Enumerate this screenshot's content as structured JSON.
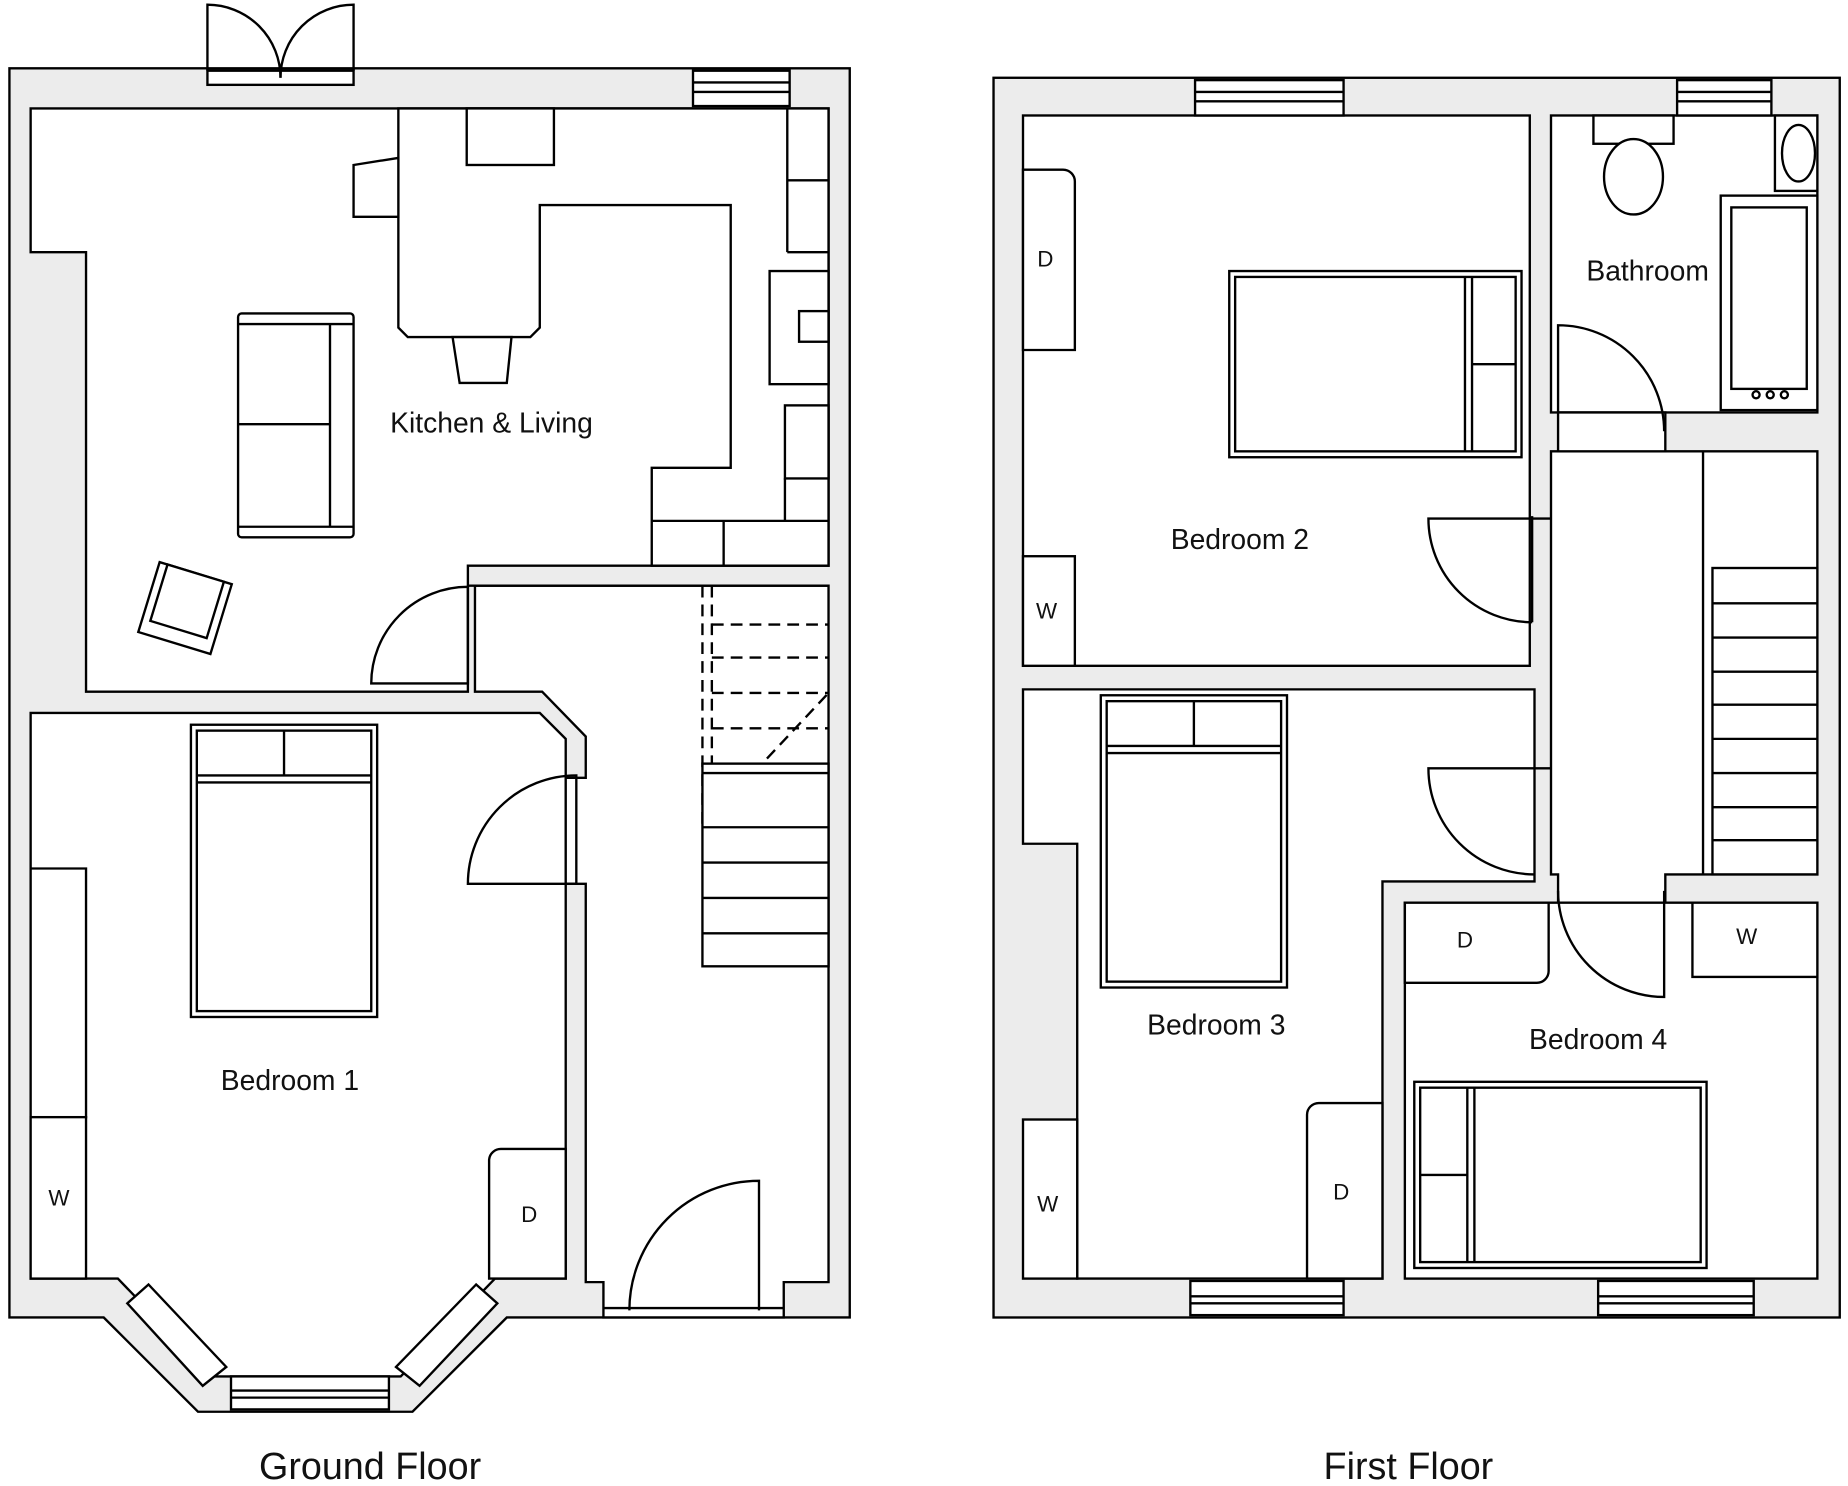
{
  "ground_floor": {
    "title": "Ground Floor",
    "rooms": {
      "kitchen": "Kitchen & Living",
      "bedroom1": "Bedroom 1"
    },
    "fixtures": {
      "wardrobe": "W",
      "drawers": "D"
    }
  },
  "first_floor": {
    "title": "First Floor",
    "rooms": {
      "bedroom2": "Bedroom 2",
      "bathroom": "Bathroom",
      "bedroom3": "Bedroom 3",
      "bedroom4": "Bedroom 4"
    },
    "fixtures": {
      "b2_drawers": "D",
      "b2_wardrobe": "W",
      "b3_wardrobe": "W",
      "b3_drawers": "D",
      "b4_drawers": "D",
      "b4_wardrobe": "W"
    }
  },
  "colors": {
    "wall": "#ececec",
    "line": "#000000"
  }
}
